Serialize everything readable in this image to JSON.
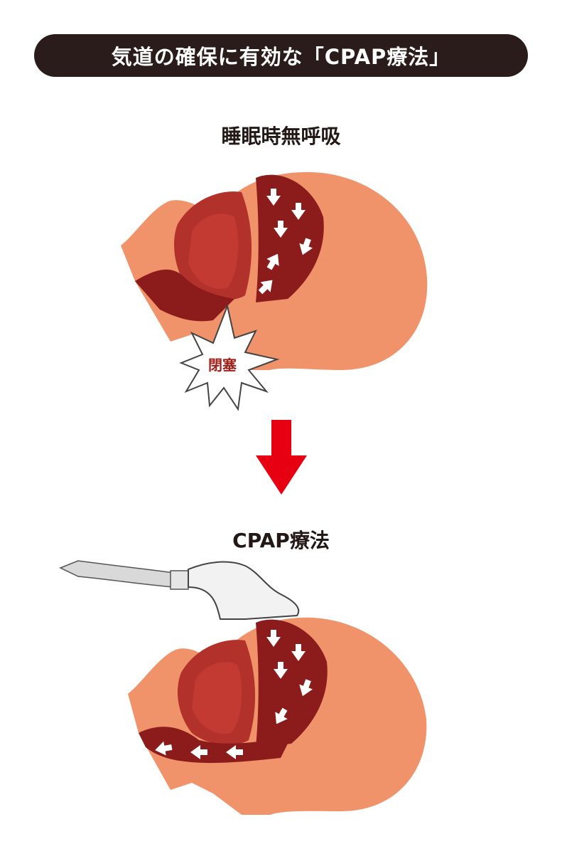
{
  "title": "気道の確保に有効な「CPAP療法」",
  "sections": {
    "apnea": {
      "label": "睡眠時無呼吸",
      "blockage_label": "閉塞"
    },
    "cpap": {
      "label": "CPAP療法"
    }
  },
  "colors": {
    "title_bg": "#2a1c1a",
    "skin": "#f0936a",
    "tissue_dark": "#8c1c1c",
    "tissue_mid": "#b3312b",
    "tongue": "#c23a32",
    "arrow_red": "#e60012",
    "text_dark": "#231815"
  },
  "icons": [
    "down-arrow-icon",
    "starburst-icon",
    "airflow-arrow-icon"
  ]
}
